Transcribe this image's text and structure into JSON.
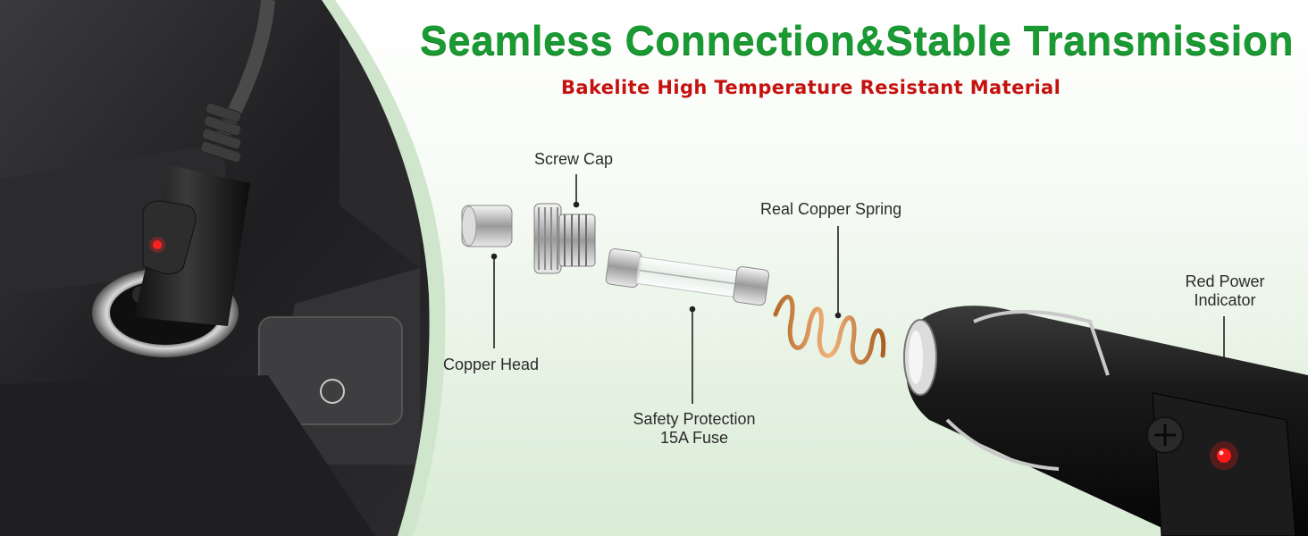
{
  "title": "Seamless Connection&Stable Transmission",
  "subtitle": "Bakelite High Temperature Resistant Material",
  "callouts": {
    "screw_cap": "Screw Cap",
    "copper_head": "Copper Head",
    "real_copper_spring": "Real Copper Spring",
    "fuse_line1": "Safety Protection",
    "fuse_line2": "15A Fuse",
    "indicator_line1": "Red Power",
    "indicator_line2": "Indicator"
  },
  "colors": {
    "title_green": "#1a9a32",
    "subtitle_red": "#c4120f",
    "led_red": "#ff1a1a",
    "background_mint": "#dcefd9"
  },
  "icons": {
    "dashboard_button": "auto-hold-icon",
    "indicator_screw": "phillips-screw-icon"
  }
}
